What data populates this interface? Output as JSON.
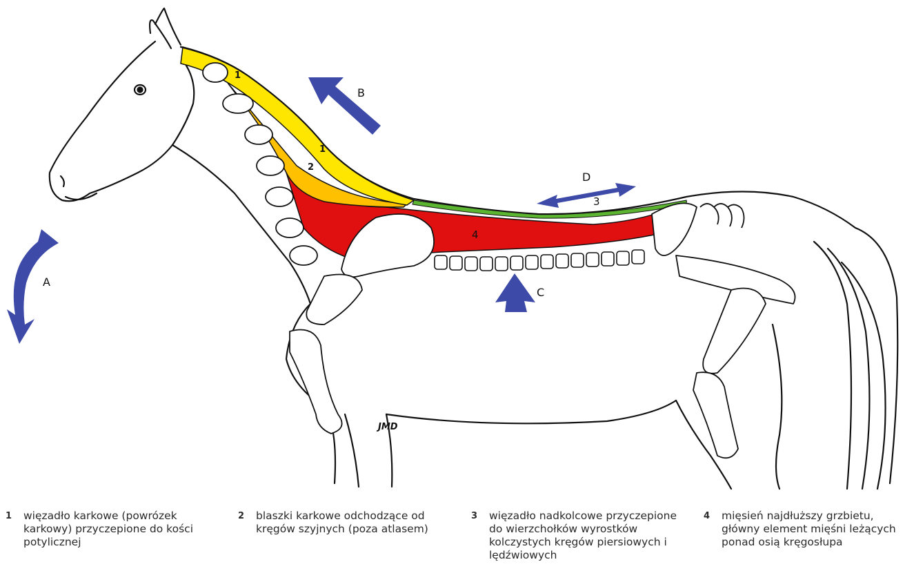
{
  "diagram": {
    "arrow_labels": {
      "a": "A",
      "b": "B",
      "c": "C",
      "d": "D"
    },
    "region_labels": {
      "r1_top": "1",
      "r1_mid": "1",
      "r2": "2",
      "r3": "3",
      "r4": "4"
    },
    "signature": "JMD",
    "colors": {
      "nuchal_ligament": "#ffe600",
      "nuchal_lamellae": "#ffc000",
      "supraspinous_ligament": "#5cb531",
      "longissimus_muscle": "#e01010",
      "arrows": "#3d4aa8",
      "outline": "#111111"
    }
  },
  "legend": [
    {
      "num": "1",
      "text": "więzadło karkowe (powrózek karkowy) przyczepione do kości potylicznej"
    },
    {
      "num": "2",
      "text": "blaszki karkowe odchodzące od kręgów szyjnych (poza atlasem)"
    },
    {
      "num": "3",
      "text": "więzadło nadkolcowe przyczepione do wierzchołków wyrostków kolczystych kręgów piersiowych i lędźwiowych"
    },
    {
      "num": "4",
      "text": "mięsień najdłuższy grzbietu, główny element mięśni leżących ponad osią kręgosłupa"
    }
  ]
}
